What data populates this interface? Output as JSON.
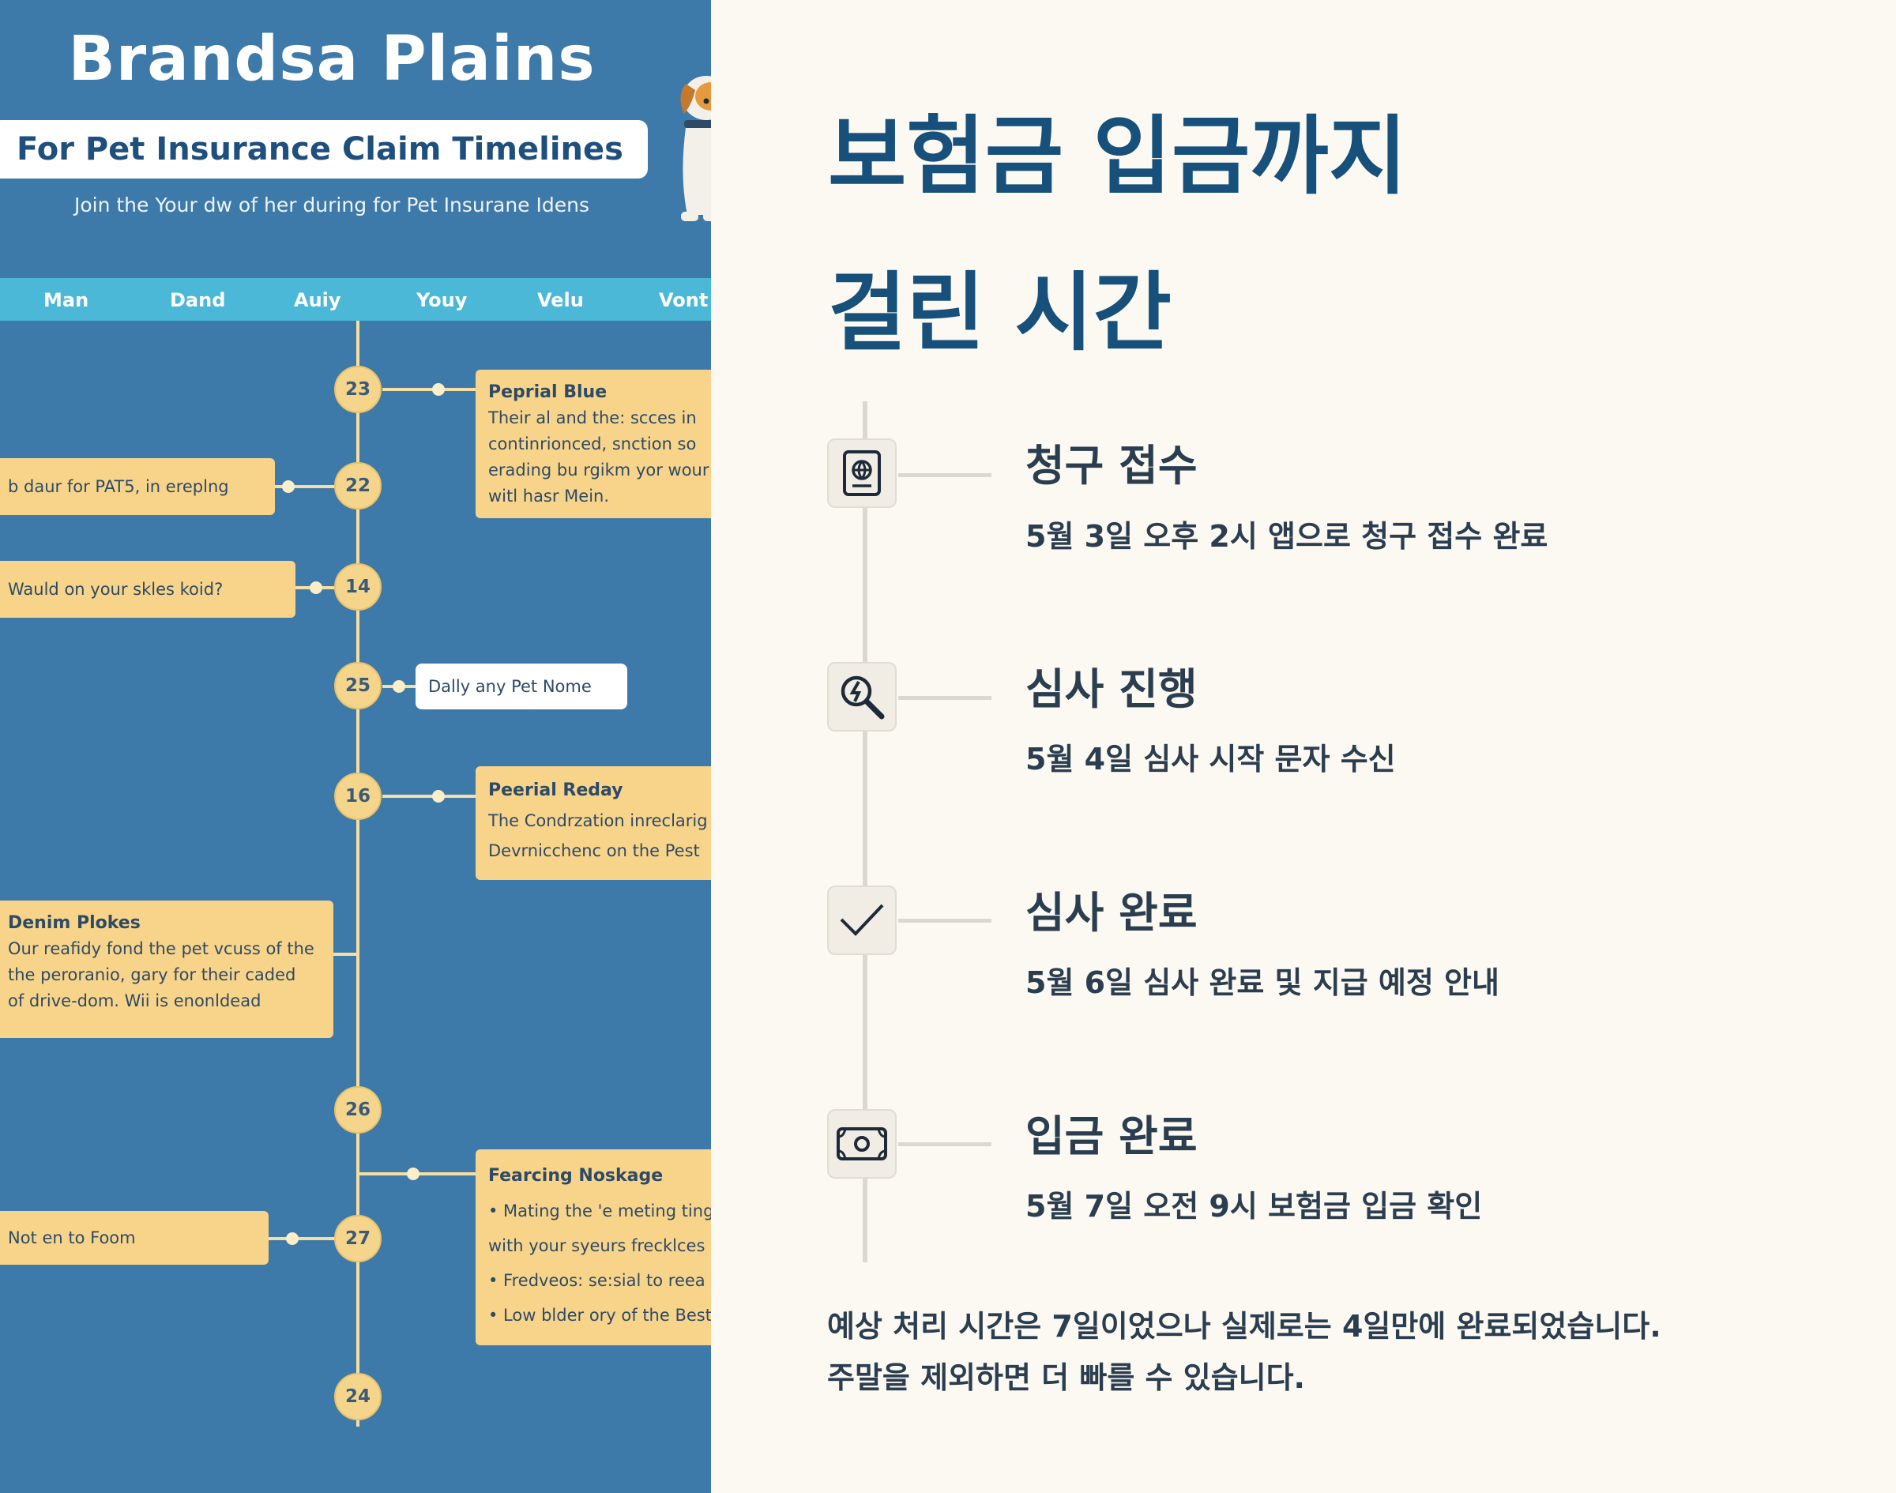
{
  "left_panel": {
    "title": "Brandsa Plains",
    "subtitle": "For Pet Insurance Claim Timelines",
    "caption": "Join the Your dw of her during for Pet Insurane Idens",
    "days": [
      "Man",
      "Dand",
      "Auiy",
      "Youy",
      "Velu",
      "Vont"
    ],
    "nodes": [
      "23",
      "22",
      "14",
      "25",
      "16",
      "26",
      "27",
      "24"
    ],
    "cards": {
      "c1": {
        "title": "Peprial Blue",
        "lines": [
          "Their al and the: scces in",
          "continrionced, snction so",
          "erading bu rgikm yor wour",
          "witl hasr Mein."
        ]
      },
      "c2": {
        "text": "b daur for PAT5, in ereplng"
      },
      "c3": {
        "text": "Wauld on your skles koid?"
      },
      "c4": {
        "text": "Dally any Pet Nome"
      },
      "c5": {
        "title": "Peerial Reday",
        "lines": [
          "The Condrzation inreclarig",
          "Devrnicchenc on the Pest"
        ]
      },
      "c6": {
        "title": "Denim Plokes",
        "lines": [
          "Our reafidy fond the pet vcuss of the",
          "the peroranio, gary for their caded",
          "of drive-dom. Wii is enonldead"
        ]
      },
      "c7": {
        "title": "Fearcing Noskage",
        "lines": [
          "• Mating the 'e meting ting",
          "with your syeurs frecklces",
          "• Fredveos: se:sial to reea",
          "• Low blder ory of the Best"
        ]
      },
      "c8": {
        "text": "Not en to Foom"
      }
    }
  },
  "heading": {
    "line1": "보험금 입금까지",
    "line2": "걸린 시간"
  },
  "steps": [
    {
      "icon": "passport-icon",
      "title": "청구 접수",
      "desc": "5월 3일 오후 2시 앱으로 청구 접수 완료"
    },
    {
      "icon": "search-review-icon",
      "title": "심사 진행",
      "desc": "5월 4일 심사 시작 문자 수신"
    },
    {
      "icon": "checkmark-icon",
      "title": "심사 완료",
      "desc": "5월 6일 심사 완료 및 지급 예정 안내"
    },
    {
      "icon": "money-icon",
      "title": "입금 완료",
      "desc": "5월 7일 오전 9시 보험금 입금 확인"
    }
  ],
  "summary": {
    "line1": "예상 처리 시간은 7일이었으나 실제로는 4일만에 완료되었습니다.",
    "line2": "주말을 제외하면 더 빠를 수 있습니다."
  },
  "colors": {
    "left_bg": "#3e7aa9",
    "day_bar": "#4bb8d8",
    "card": "#f8d48a",
    "heading": "#16507b",
    "text": "#2b3e50",
    "page_bg": "#fcf9f3"
  }
}
